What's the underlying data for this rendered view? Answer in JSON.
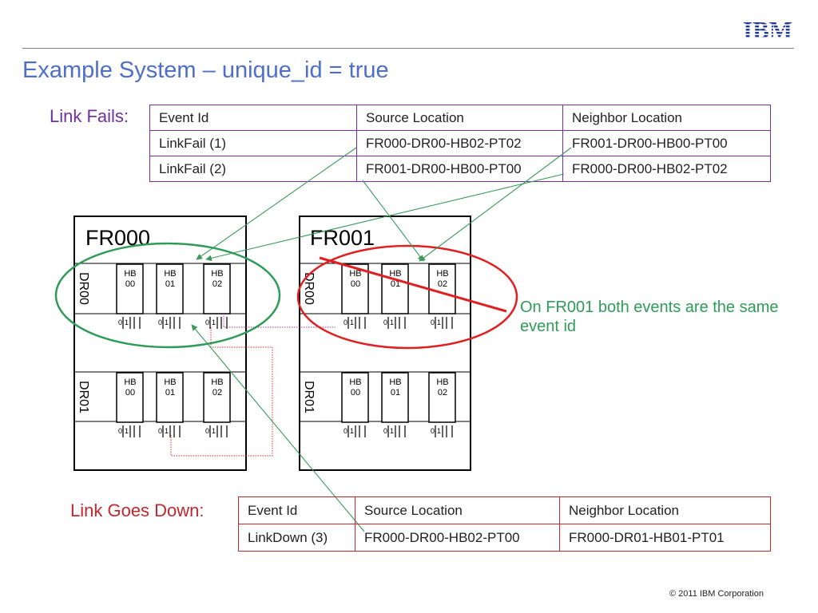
{
  "slide": {
    "title": "Example System – unique_id = true",
    "logo_text": "IBM",
    "copyright": "© 2011 IBM Corporation",
    "note": "On FR001 both events are the same event id"
  },
  "colors": {
    "title": "#4f6fc7",
    "link_fails": "#7030a0",
    "link_down": "#c0282d",
    "ellipse_green": "#2e9c58",
    "ellipse_red": "#e02020",
    "arrow_green": "#3a9a5a",
    "logo": "#1f3a93"
  },
  "link_fails": {
    "label": "Link Fails:",
    "columns": [
      "Event Id",
      "Source Location",
      "Neighbor Location"
    ],
    "rows": [
      [
        "LinkFail (1)",
        "FR000-DR00-HB02-PT02",
        "FR001-DR00-HB00-PT00"
      ],
      [
        "LinkFail (2)",
        "FR001-DR00-HB00-PT00",
        "FR000-DR00-HB02-PT02"
      ]
    ]
  },
  "link_down": {
    "label": "Link Goes Down:",
    "columns": [
      "Event Id",
      "Source Location",
      "Neighbor Location"
    ],
    "rows": [
      [
        "LinkDown (3)",
        "FR000-DR00-HB02-PT00",
        "FR000-DR01-HB01-PT01"
      ]
    ]
  },
  "frames": [
    {
      "name": "FR000",
      "drawers": [
        {
          "name": "DR00",
          "hubs": [
            {
              "l1": "HB",
              "l2": "00"
            },
            {
              "l1": "HB",
              "l2": "01"
            },
            {
              "l1": "HB",
              "l2": "02"
            }
          ],
          "ports": [
            "0",
            "1"
          ]
        },
        {
          "name": "DR01",
          "hubs": [
            {
              "l1": "HB",
              "l2": "00"
            },
            {
              "l1": "HB",
              "l2": "01"
            },
            {
              "l1": "HB",
              "l2": "02"
            }
          ],
          "ports": [
            "0",
            "1"
          ]
        }
      ]
    },
    {
      "name": "FR001",
      "drawers": [
        {
          "name": "DR00",
          "hubs": [
            {
              "l1": "HB",
              "l2": "00"
            },
            {
              "l1": "HB",
              "l2": "01"
            },
            {
              "l1": "HB",
              "l2": "02"
            }
          ],
          "ports": [
            "0",
            "1"
          ]
        },
        {
          "name": "DR01",
          "hubs": [
            {
              "l1": "HB",
              "l2": "00"
            },
            {
              "l1": "HB",
              "l2": "01"
            },
            {
              "l1": "HB",
              "l2": "02"
            }
          ],
          "ports": [
            "0",
            "1"
          ]
        }
      ]
    }
  ]
}
